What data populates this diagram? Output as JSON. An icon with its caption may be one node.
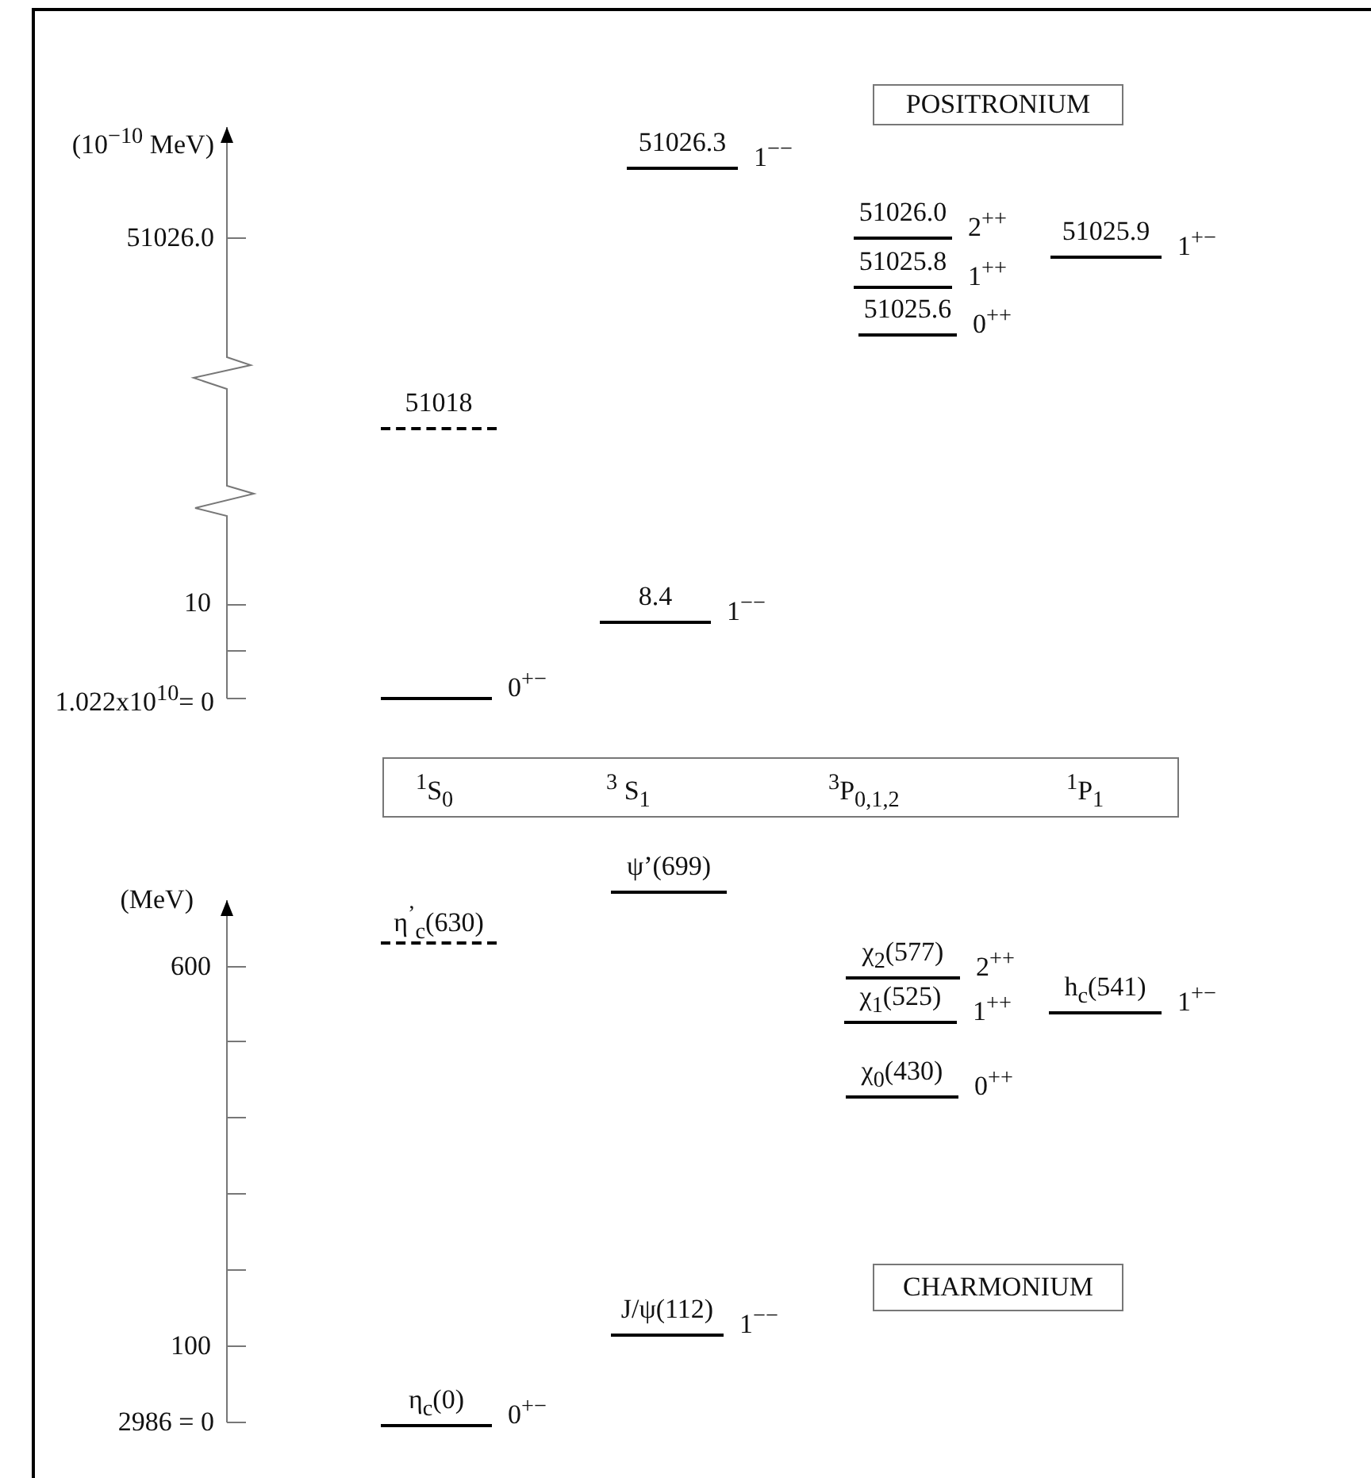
{
  "diagram": {
    "nodes": [
      {
        "text": [
          "POSITRONIUM"
        ]
      },
      {
        "text": [
          "51026.3"
        ],
        "beside": [
          "1$^{−−}$"
        ]
      },
      {
        "text": [
          "51026.0"
        ],
        "beside": [
          "2$^{++}$"
        ]
      },
      {
        "text": [
          "51025.8"
        ],
        "beside": [
          "1$^{++}$"
        ]
      },
      {
        "text": [
          "51025.9"
        ],
        "beside": [
          "1$^{+−}$"
        ]
      },
      {
        "text": [
          "51025.6"
        ],
        "beside": [
          "0$^{++}$"
        ]
      },
      {
        "text": [
          "51018"
        ]
      },
      {
        "text": [
          "8.4"
        ],
        "beside": [
          "1$^{−−}$"
        ]
      },
      {
        "text": [],
        "shape": "bar",
        "beside": [
          "0$^{+−}$"
        ]
      },
      {
        "text": [
          "$^{1}$S$_{0}$",
          "$^{3}$ S$_{1}$",
          "$^{3}$P$_{0,1,2}$",
          "$^{1}$P$_{1}$"
        ]
      },
      {
        "text": [
          "ψ’(699)"
        ]
      },
      {
        "text": [
          "η$^{’}$$_{c}$(630)"
        ]
      },
      {
        "text": [
          "χ$_{2}$(577)"
        ],
        "beside": [
          "2$^{++}$"
        ]
      },
      {
        "text": [
          "h$_{c}$(541)"
        ],
        "beside": [
          "1$^{+−}$"
        ]
      },
      {
        "text": [
          "χ$_{1}$(525)"
        ],
        "beside": [
          "1$^{++}$"
        ]
      },
      {
        "text": [
          "χ$_{0}$(430)"
        ],
        "beside": [
          "0$^{++}$"
        ]
      },
      {
        "text": [
          "CHARMONIUM"
        ]
      },
      {
        "text": [
          "J/ψ(112)"
        ],
        "beside": [
          "1$^{−−}$"
        ]
      },
      {
        "text": [
          "η$_{c}$(0)"
        ],
        "beside": [
          "0$^{+−}$"
        ]
      }
    ],
    "labels": [
      "(10$^{−10}$ MeV)",
      "51026.0",
      "10",
      "1.022x10$^{10}$= 0",
      "(MeV)",
      "600",
      "100",
      "2986 = 0"
    ]
  }
}
